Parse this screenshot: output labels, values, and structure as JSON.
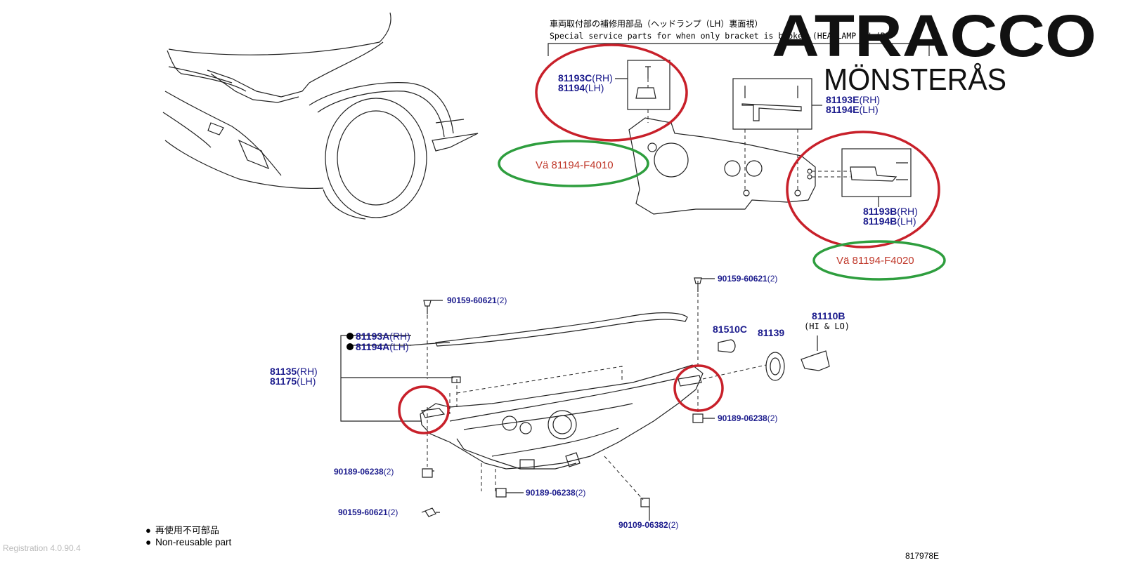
{
  "header": {
    "jp_title": "車両取付部の補修用部品（ヘッドランプ（LH）裏面視）",
    "en_title": "Special service parts for when only bracket is broken.(HEADLAMP LH (BE"
  },
  "logo": {
    "line1": "ATRACCO",
    "line2": "MÖNSTERÅS"
  },
  "upper_parts": {
    "c_rh_num": "81193C",
    "c_rh_sfx": "(RH)",
    "c_lh_num": "81194",
    "c_lh_sfx": "(LH)",
    "e_rh_num": "81193E",
    "e_rh_sfx": "(RH)",
    "e_lh_num": "81194E",
    "e_lh_sfx": "(LH)",
    "b_rh_num": "81193B",
    "b_rh_sfx": "(RH)",
    "b_lh_num": "81194B",
    "b_lh_sfx": "(LH)"
  },
  "notes": {
    "left": "Vä 81194-F4010",
    "right": "Vä 81194-F4020"
  },
  "lower_parts": {
    "screw_left": "90159-60621",
    "screw_left_qty": "(2)",
    "screw_top": "90159-60621",
    "screw_top_qty": "(2)",
    "a_rh_num": "81193A",
    "a_rh_sfx": "(RH)",
    "a_lh_num": "81194A",
    "a_lh_sfx": "(LH)",
    "lamp_rh_num": "81135",
    "lamp_rh_sfx": "(RH)",
    "lamp_lh_num": "81175",
    "lamp_lh_sfx": "(LH)",
    "bulb_small": "81510C",
    "cap": "81139",
    "bulb_main": "81110B",
    "bulb_main_sub": "(HI & LO)",
    "nut_right": "90189-06238",
    "nut_right_qty": "(2)",
    "nut_left": "90189-06238",
    "nut_left_qty": "(2)",
    "nut_mid": "90189-06238",
    "nut_mid_qty": "(2)",
    "screw_bottom": "90159-60621",
    "screw_bottom_qty": "(2)",
    "bolt": "90109-06382",
    "bolt_qty": "(2)"
  },
  "legend": {
    "jp": "再使用不可部品",
    "en": "Non-reusable part",
    "bullet": "●"
  },
  "footer": {
    "registration": "Registration 4.0.90.4",
    "code": "817978E"
  },
  "colors": {
    "part_number": "#1a1a8c",
    "circle_red": "#c8202a",
    "circle_green": "#2e9e3e",
    "note_text": "#c0392b"
  }
}
